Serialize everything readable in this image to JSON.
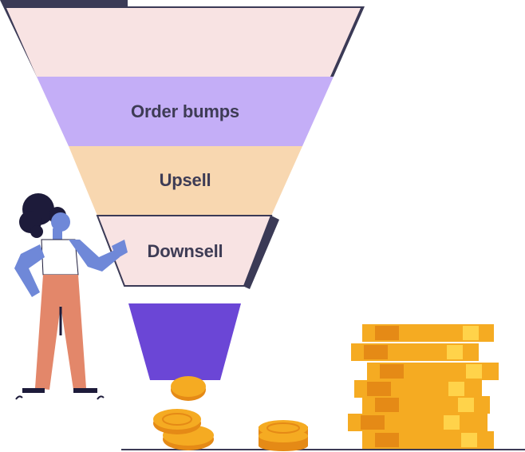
{
  "funnel": {
    "stages": [
      {
        "label": "",
        "color": "#f8e3e3"
      },
      {
        "label": "Order bumps",
        "color": "#c4aef7"
      },
      {
        "label": "Upsell",
        "color": "#f8d7b0"
      },
      {
        "label": "Downsell",
        "color": "#f8e3e3"
      }
    ],
    "spout_color": "#6b46d6",
    "outline_color": "#3b3a56"
  },
  "illustration": {
    "coin_color": "#f5ab22",
    "coin_shadow": "#e58a16",
    "person_shirt": "#6f88d8",
    "person_pants": "#e3876a",
    "person_hair": "#1d1b3a"
  }
}
